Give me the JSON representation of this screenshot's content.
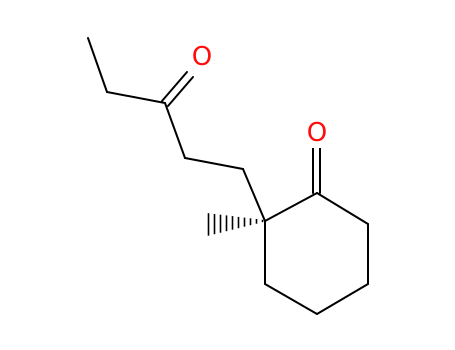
{
  "molecule": {
    "atoms": [
      {
        "id": "o_ketone_chain",
        "label": "O",
        "color": "#ff0d0d"
      },
      {
        "id": "o_ketone_ring",
        "label": "O",
        "color": "#ff0d0d"
      }
    ],
    "bond_color": "#000000",
    "background": "#ffffff"
  }
}
